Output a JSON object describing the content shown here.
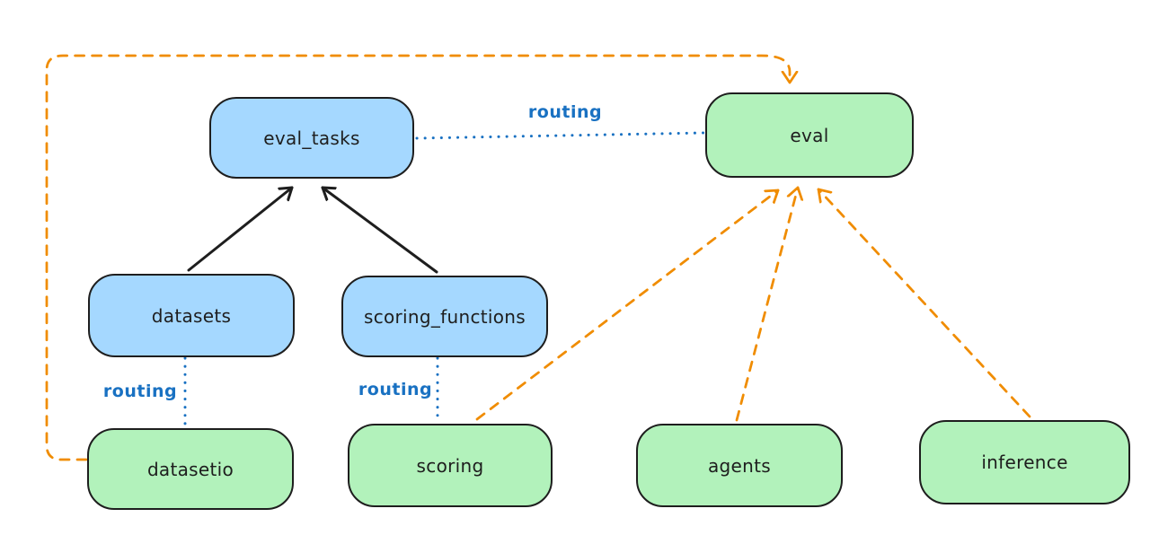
{
  "diagram": {
    "nodes": {
      "eval_tasks": {
        "label": "eval_tasks",
        "fill": "#a5d8ff"
      },
      "eval": {
        "label": "eval",
        "fill": "#b2f2bb"
      },
      "datasets": {
        "label": "datasets",
        "fill": "#a5d8ff"
      },
      "scoring_functions": {
        "label": "scoring_functions",
        "fill": "#a5d8ff"
      },
      "datasetio": {
        "label": "datasetio",
        "fill": "#b2f2bb"
      },
      "scoring": {
        "label": "scoring",
        "fill": "#b2f2bb"
      },
      "agents": {
        "label": "agents",
        "fill": "#b2f2bb"
      },
      "inference": {
        "label": "inference",
        "fill": "#b2f2bb"
      }
    },
    "edge_labels": {
      "eval_tasks_to_eval": "routing",
      "datasets_to_datasetio": "routing",
      "scoring_functions_to_scoring": "routing"
    },
    "edges": [
      {
        "from": "datasets",
        "to": "eval_tasks",
        "style": "solid",
        "color": "#1e1e1e",
        "arrow": true,
        "label": ""
      },
      {
        "from": "scoring_functions",
        "to": "eval_tasks",
        "style": "solid",
        "color": "#1e1e1e",
        "arrow": true,
        "label": ""
      },
      {
        "from": "eval_tasks",
        "to": "eval",
        "style": "dotted",
        "color": "#1971c2",
        "arrow": false,
        "label": "routing"
      },
      {
        "from": "datasets",
        "to": "datasetio",
        "style": "dotted",
        "color": "#1971c2",
        "arrow": false,
        "label": "routing"
      },
      {
        "from": "scoring_functions",
        "to": "scoring",
        "style": "dotted",
        "color": "#1971c2",
        "arrow": false,
        "label": "routing"
      },
      {
        "from": "datasetio",
        "to": "eval",
        "style": "dashed",
        "color": "#f08c00",
        "arrow": true,
        "label": ""
      },
      {
        "from": "scoring",
        "to": "eval",
        "style": "dashed",
        "color": "#f08c00",
        "arrow": true,
        "label": ""
      },
      {
        "from": "agents",
        "to": "eval",
        "style": "dashed",
        "color": "#f08c00",
        "arrow": true,
        "label": ""
      },
      {
        "from": "inference",
        "to": "eval",
        "style": "dashed",
        "color": "#f08c00",
        "arrow": true,
        "label": ""
      }
    ],
    "colors": {
      "canvas_background": "#ffffff",
      "node_stroke": "#1e1e1e",
      "blue_node_fill": "#a5d8ff",
      "green_node_fill": "#b2f2bb",
      "routing_blue": "#1971c2",
      "provider_orange": "#f08c00",
      "connector_black": "#1e1e1e"
    }
  }
}
